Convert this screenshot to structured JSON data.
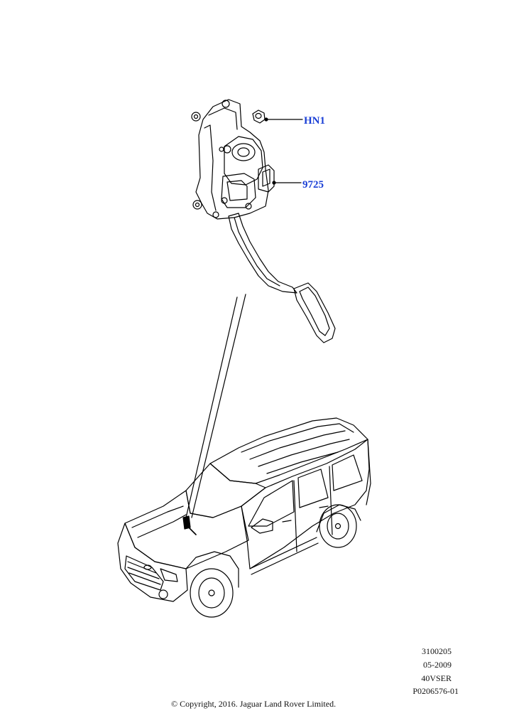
{
  "callouts": [
    {
      "id": "hn1",
      "label": "HN1"
    },
    {
      "id": "9725",
      "label": "9725"
    }
  ],
  "meta": {
    "lines": [
      "3100205",
      "05-2009",
      "40VSER",
      "P0206576-01"
    ],
    "copyright": "© Copyright, 2016. Jaguar Land Rover Limited."
  },
  "colors": {
    "callout": "#1a3fd6",
    "line": "#000000"
  }
}
